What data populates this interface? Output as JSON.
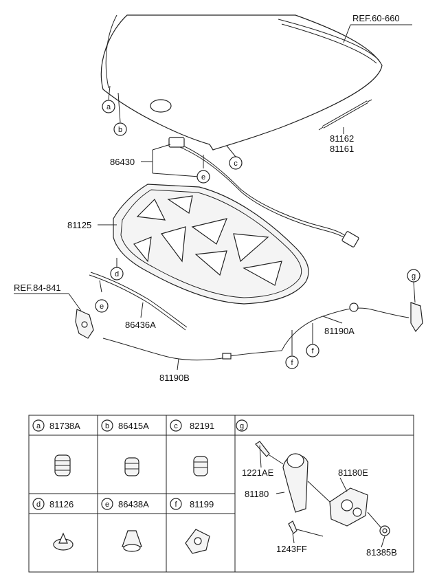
{
  "references": [
    {
      "id": "ref-60-660",
      "text": "REF.60-660"
    },
    {
      "id": "ref-84-841",
      "text": "REF.84-841"
    }
  ],
  "part_labels": [
    {
      "id": "81162",
      "text": "81162"
    },
    {
      "id": "81161",
      "text": "81161"
    },
    {
      "id": "86430",
      "text": "86430"
    },
    {
      "id": "81125",
      "text": "81125"
    },
    {
      "id": "86436A",
      "text": "86436A"
    },
    {
      "id": "81190A",
      "text": "81190A"
    },
    {
      "id": "81190B",
      "text": "81190B"
    }
  ],
  "callouts": [
    "a",
    "b",
    "c",
    "d",
    "e",
    "f",
    "g"
  ],
  "legend": {
    "cells": [
      {
        "letter": "a",
        "part": "81738A"
      },
      {
        "letter": "b",
        "part": "86415A"
      },
      {
        "letter": "c",
        "part": "82191"
      },
      {
        "letter": "d",
        "part": "81126"
      },
      {
        "letter": "e",
        "part": "86438A"
      },
      {
        "letter": "f",
        "part": "81199"
      }
    ],
    "g_cell": {
      "letter": "g",
      "parts": [
        "1221AE",
        "81180E",
        "81180",
        "1243FF",
        "81385B"
      ]
    }
  }
}
